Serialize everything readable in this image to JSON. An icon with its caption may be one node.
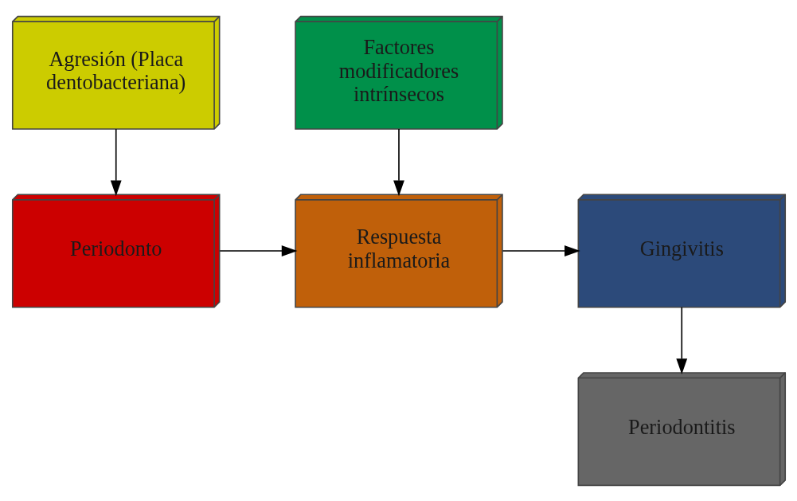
{
  "diagram": {
    "nodes": [
      {
        "text": [
          "Agresión (Placa dentobacteriana)"
        ]
      },
      {
        "text": [
          "Factores modificadores intrínsecos"
        ]
      },
      {
        "text": [
          "Periodonto"
        ]
      },
      {
        "text": [
          "Respuesta inflamatoria"
        ]
      },
      {
        "text": [
          "Gingivitis"
        ]
      },
      {
        "text": [
          "Periodontitis"
        ]
      }
    ],
    "edges": [
      {
        "from": 0,
        "to": 2,
        "arrow": "to"
      },
      {
        "from": 1,
        "to": 3,
        "arrow": "to"
      },
      {
        "from": 2,
        "to": 3,
        "arrow": "to"
      },
      {
        "from": 3,
        "to": 4,
        "arrow": "to"
      },
      {
        "from": 4,
        "to": 5,
        "arrow": "to"
      }
    ]
  }
}
